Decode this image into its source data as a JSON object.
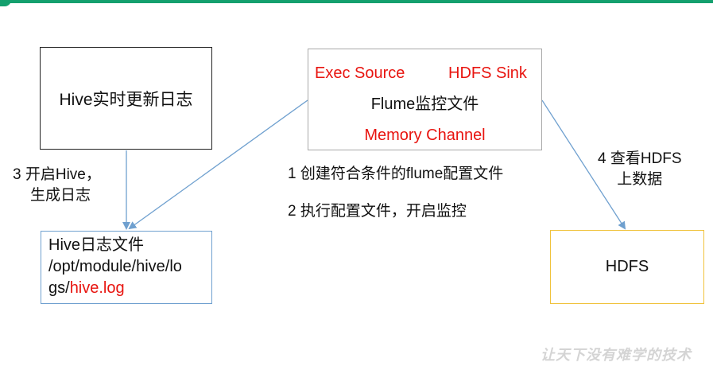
{
  "hive_box": {
    "label": "Hive实时更新日志"
  },
  "flume_box": {
    "source": "Exec Source",
    "sink": "HDFS Sink",
    "title": "Flume监控文件",
    "channel": "Memory Channel"
  },
  "log_box": {
    "line1": "Hive日志文件",
    "line2": "/opt/module/hive/lo",
    "line3_prefix": "gs/",
    "line3_file": "hive.log"
  },
  "hdfs_box": {
    "label": "HDFS"
  },
  "steps": {
    "step1": "1 创建符合条件的flume配置文件",
    "step2": "2 执行配置文件，开启监控",
    "step3_line1": "3 开启Hive，",
    "step3_line2": "生成日志",
    "step4_line1": "4 查看HDFS",
    "step4_line2": "上数据"
  },
  "watermark": "让天下没有难学的技术",
  "colors": {
    "accent_bar": "#14a06e",
    "highlight_text": "#e8140f",
    "arrow": "#6fa0cf",
    "log_border": "#6fa0cf",
    "hdfs_border": "#f0c23c"
  }
}
